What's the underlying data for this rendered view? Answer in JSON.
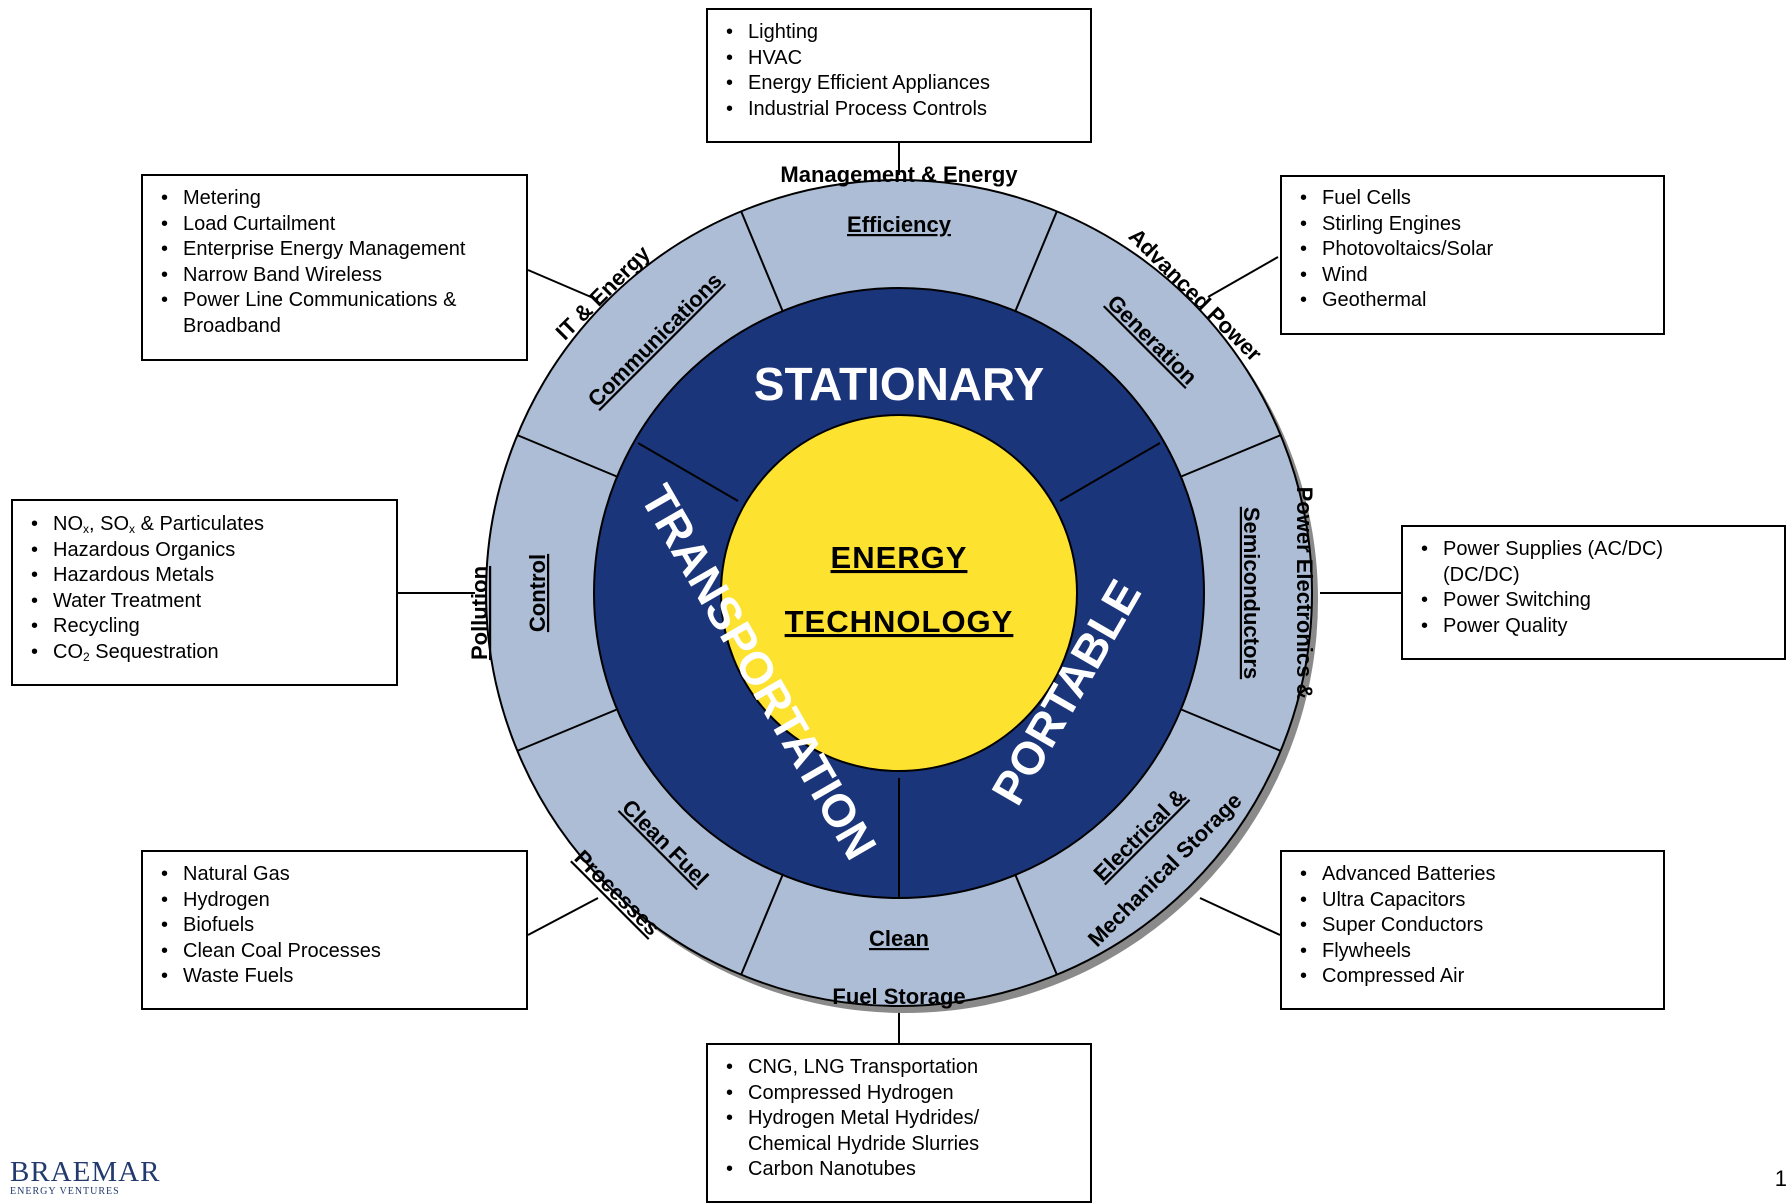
{
  "center": {
    "line1": "ENERGY",
    "line2": "TECHNOLOGY"
  },
  "inner_ring": {
    "top": "STATIONARY",
    "left": "TRANSPORTATION",
    "right": "PORTABLE"
  },
  "segments": {
    "efficiency": {
      "outer": "Management & Energy",
      "inner": "Efficiency"
    },
    "generation": {
      "outer": "Advanced Power",
      "inner": "Generation"
    },
    "semiconductors": {
      "outer": "Power Electronics &",
      "inner": "Semiconductors"
    },
    "storage": {
      "outer": "Mechanical Storage",
      "inner": "Electrical &"
    },
    "fuel_storage": {
      "outer": "Fuel Storage",
      "inner": "Clean"
    },
    "fuel_processes": {
      "outer": "Processes",
      "inner": "Clean Fuel"
    },
    "pollution": {
      "outer": "Pollution",
      "inner": "Control"
    },
    "it_comm": {
      "outer": "IT & Energy",
      "inner": "Communications"
    }
  },
  "boxes": {
    "efficiency": [
      "Lighting",
      "HVAC",
      "Energy Efficient Appliances",
      "Industrial Process Controls"
    ],
    "generation": [
      "Fuel Cells",
      "Stirling Engines",
      "Photovoltaics/Solar",
      "Wind",
      "Geothermal"
    ],
    "power_electronics": [
      "Power Supplies (AC/DC)",
      "(DC/DC)",
      "Power Switching",
      "Power Quality"
    ],
    "storage": [
      "Advanced Batteries",
      "Ultra Capacitors",
      "Super Conductors",
      "Flywheels",
      "Compressed Air"
    ],
    "fuel_storage": [
      "CNG, LNG Transportation",
      "Compressed Hydrogen",
      "Hydrogen Metal Hydrides/",
      "Chemical Hydride Slurries",
      "Carbon Nanotubes"
    ],
    "fuel_processes": [
      "Natural Gas",
      "Hydrogen",
      "Biofuels",
      "Clean Coal Processes",
      "Waste Fuels"
    ],
    "pollution": {
      "nox_1": "NO",
      "nox_sub": "x",
      "nox_2": ", SO",
      "sox_sub": "x",
      "nox_3": " & Particulates",
      "items": [
        "Hazardous Organics",
        "Hazardous Metals",
        "Water Treatment",
        "Recycling"
      ],
      "co2_1": "CO",
      "co2_sub": "2",
      "co2_2": " Sequestration"
    },
    "it_comm": [
      "Metering",
      "Load Curtailment",
      "Enterprise Energy Management",
      "Narrow Band Wireless",
      "Power Line Communications &",
      "Broadband"
    ]
  },
  "logo": {
    "main": "BRAEMAR",
    "sub": "ENERGY VENTURES"
  },
  "page_number": "1",
  "colors": {
    "outer_ring": "#adbdd6",
    "inner_ring": "#1b357a",
    "center": "#fde22f",
    "shadow": "#8a8a8a"
  }
}
